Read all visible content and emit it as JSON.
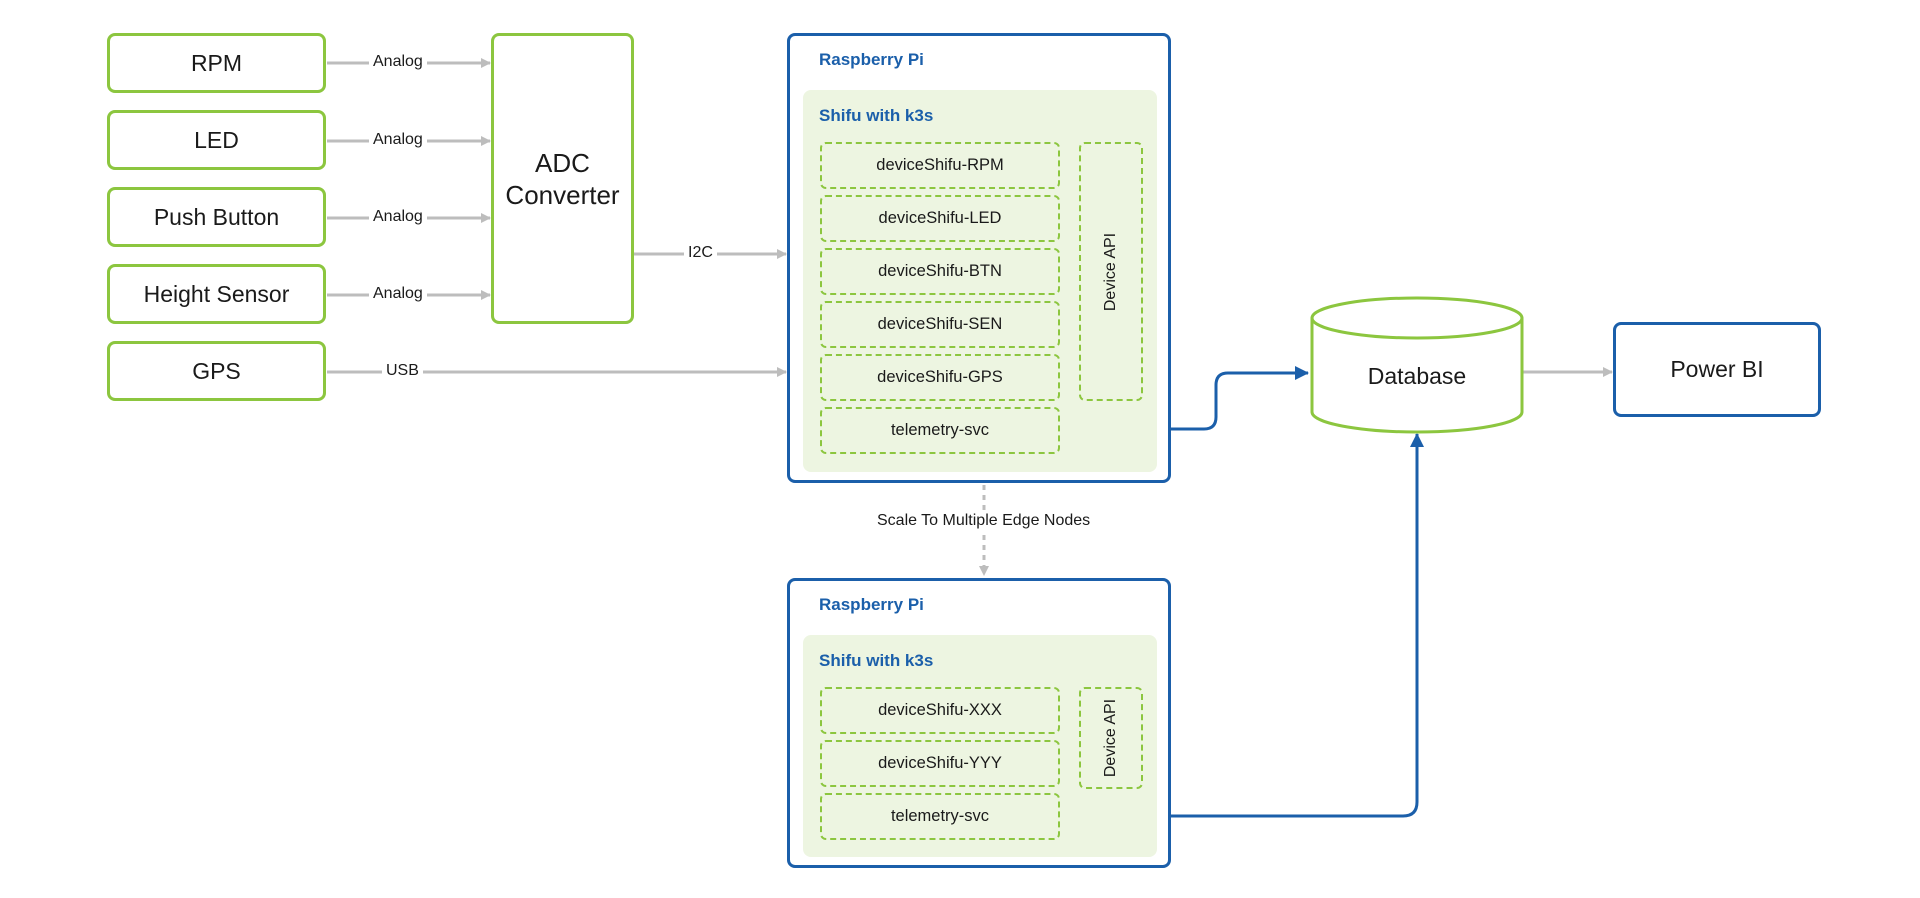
{
  "sensors": [
    {
      "label": "RPM",
      "link": "Analog"
    },
    {
      "label": "LED",
      "link": "Analog"
    },
    {
      "label": "Push Button",
      "link": "Analog"
    },
    {
      "label": "Height Sensor",
      "link": "Analog"
    },
    {
      "label": "GPS",
      "link": "USB"
    }
  ],
  "adc": {
    "line1": "ADC",
    "line2": "Converter",
    "link": "I2C"
  },
  "pi1": {
    "title": "Raspberry Pi",
    "inner_title": "Shifu with k3s",
    "services": [
      "deviceShifu-RPM",
      "deviceShifu-LED",
      "deviceShifu-BTN",
      "deviceShifu-SEN",
      "deviceShifu-GPS",
      "telemetry-svc"
    ],
    "api": "Device API"
  },
  "scale": "Scale To Multiple Edge Nodes",
  "pi2": {
    "title": "Raspberry Pi",
    "inner_title": "Shifu with k3s",
    "services": [
      "deviceShifu-XXX",
      "deviceShifu-YYY",
      "telemetry-svc"
    ],
    "api": "Device API"
  },
  "database": "Database",
  "powerbi": "Power BI",
  "colors": {
    "green": "#8cc63f",
    "blue": "#1b5faa",
    "gray": "#bdbdbd",
    "panel": "#edf5e1"
  }
}
